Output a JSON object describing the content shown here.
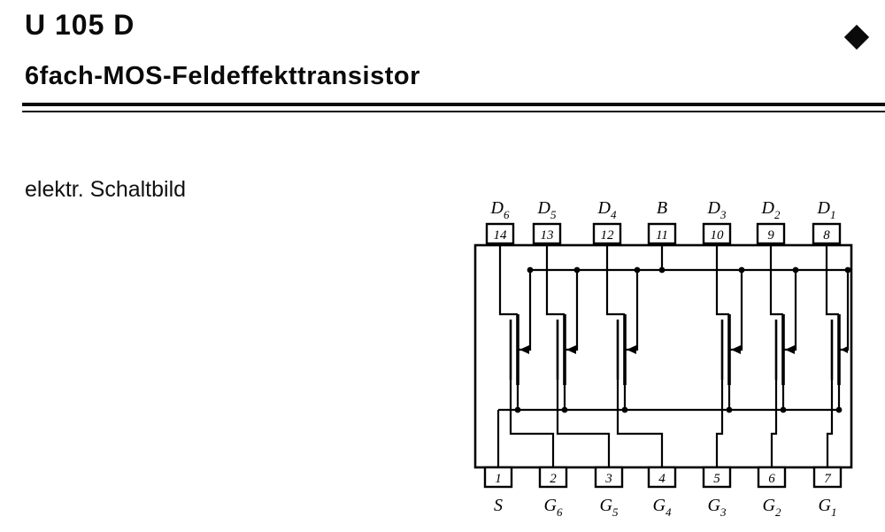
{
  "page": {
    "title": "U 105 D",
    "subtitle": "6fach-MOS-Feldeffekttransistor",
    "section_label": "elektr. Schaltbild",
    "corner_icon": "diamond",
    "ink_color": "#0a0a0a",
    "paper_color": "#ffffff"
  },
  "schematic": {
    "transistor_count": 6,
    "top_pins": [
      {
        "number": "14",
        "label_main": "D",
        "label_sub": "6"
      },
      {
        "number": "13",
        "label_main": "D",
        "label_sub": "5"
      },
      {
        "number": "12",
        "label_main": "D",
        "label_sub": "4"
      },
      {
        "number": "11",
        "label_main": "B",
        "label_sub": ""
      },
      {
        "number": "10",
        "label_main": "D",
        "label_sub": "3"
      },
      {
        "number": "9",
        "label_main": "D",
        "label_sub": "2"
      },
      {
        "number": "8",
        "label_main": "D",
        "label_sub": "1"
      }
    ],
    "bottom_pins": [
      {
        "number": "1",
        "label_main": "S",
        "label_sub": ""
      },
      {
        "number": "2",
        "label_main": "G",
        "label_sub": "6"
      },
      {
        "number": "3",
        "label_main": "G",
        "label_sub": "5"
      },
      {
        "number": "4",
        "label_main": "G",
        "label_sub": "4"
      },
      {
        "number": "5",
        "label_main": "G",
        "label_sub": "3"
      },
      {
        "number": "6",
        "label_main": "G",
        "label_sub": "2"
      },
      {
        "number": "7",
        "label_main": "G",
        "label_sub": "1"
      }
    ]
  }
}
